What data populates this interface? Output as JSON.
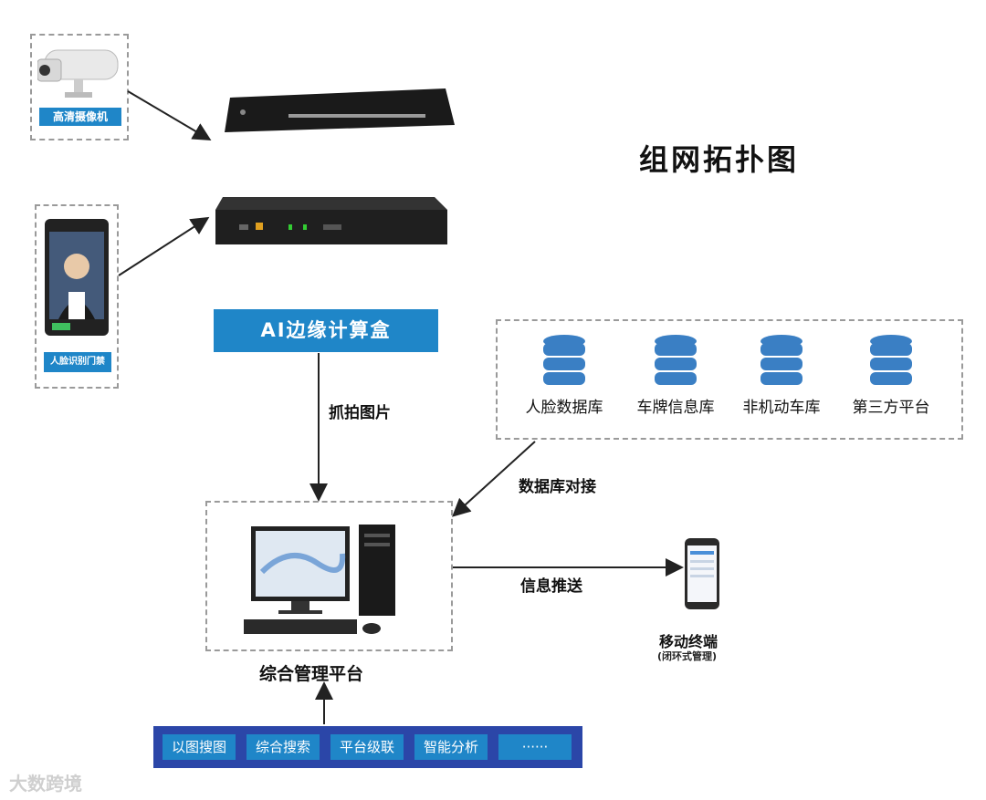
{
  "title": "组网拓扑图",
  "devices": {
    "camera_label": "高清摄像机",
    "face_gate_label": "人脸识别门禁"
  },
  "ai_box_label": "AI边缘计算盒",
  "edge_labels": {
    "capture": "抓拍图片",
    "db_connect": "数据库对接",
    "push": "信息推送"
  },
  "databases": [
    {
      "label": "人脸数据库"
    },
    {
      "label": "车牌信息库"
    },
    {
      "label": "非机动车库"
    },
    {
      "label": "第三方平台"
    }
  ],
  "platform_label": "综合管理平台",
  "mobile": {
    "label": "移动终端",
    "sublabel": "(闭环式管理)"
  },
  "functions": [
    {
      "label": "以图搜图"
    },
    {
      "label": "综合搜索"
    },
    {
      "label": "平台级联"
    },
    {
      "label": "智能分析"
    },
    {
      "label": "······"
    }
  ],
  "watermark": "大数跨境",
  "colors": {
    "accent_blue": "#1f86c8",
    "bar_navy": "#2b46a8"
  }
}
